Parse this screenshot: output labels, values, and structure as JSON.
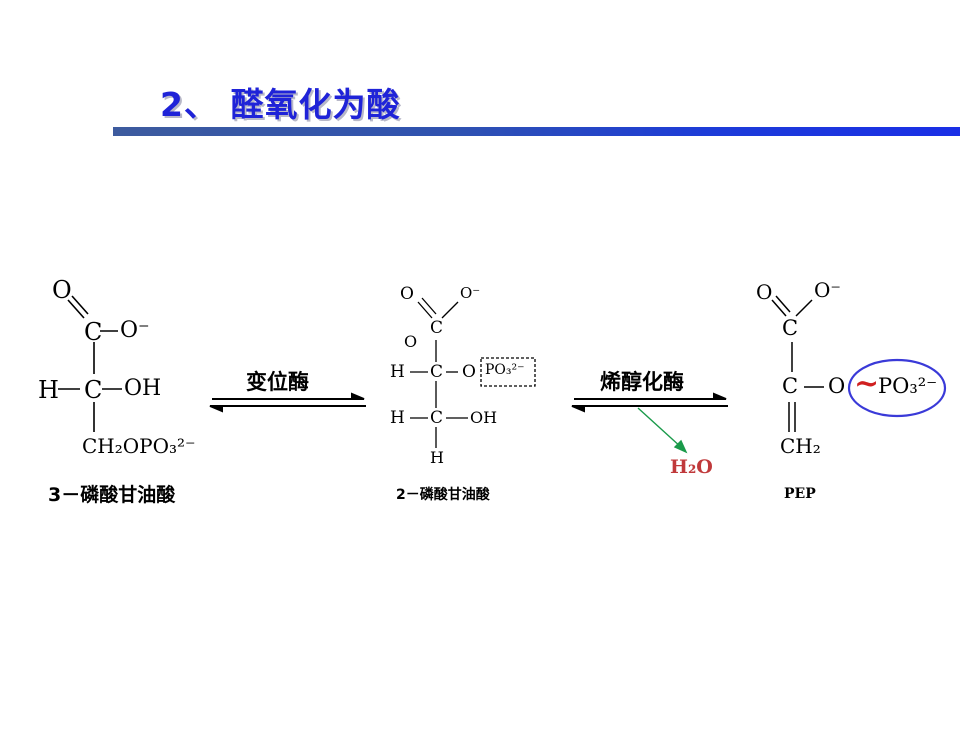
{
  "slide": {
    "title": "2、 醛氧化为酸"
  },
  "molecules": {
    "m1": {
      "name": "3－磷酸甘油酸",
      "o_top": "O",
      "c1": "C",
      "o_minus": "O⁻",
      "h": "H",
      "c2": "C",
      "oh": "OH",
      "ch2opo3": "CH₂OPO₃²⁻"
    },
    "m2": {
      "name": "2－磷酸甘油酸",
      "o_top": "O",
      "o_minus": "O⁻",
      "c1": "C",
      "o_side": "O",
      "h1": "H",
      "c2": "C",
      "o2": "O",
      "po3": "PO₃²⁻",
      "h2": "H",
      "c3": "C",
      "oh": "OH",
      "h3": "H"
    },
    "m3": {
      "name": "PEP",
      "o_top": "O",
      "o_minus": "O⁻",
      "c1": "C",
      "c2": "C",
      "o2": "O",
      "ch2": "CH₂",
      "tilde": "~",
      "po3": "PO₃²⁻"
    }
  },
  "reactions": {
    "r1": {
      "enzyme": "变位酶"
    },
    "r2": {
      "enzyme": "烯醇化酶",
      "byproduct": "H₂O"
    }
  },
  "colors": {
    "title": "#1f23d8",
    "water": "#c0393b",
    "water_arrow": "#1a9a4a",
    "circle": "#3a3ad8",
    "tilde": "#d02020"
  }
}
